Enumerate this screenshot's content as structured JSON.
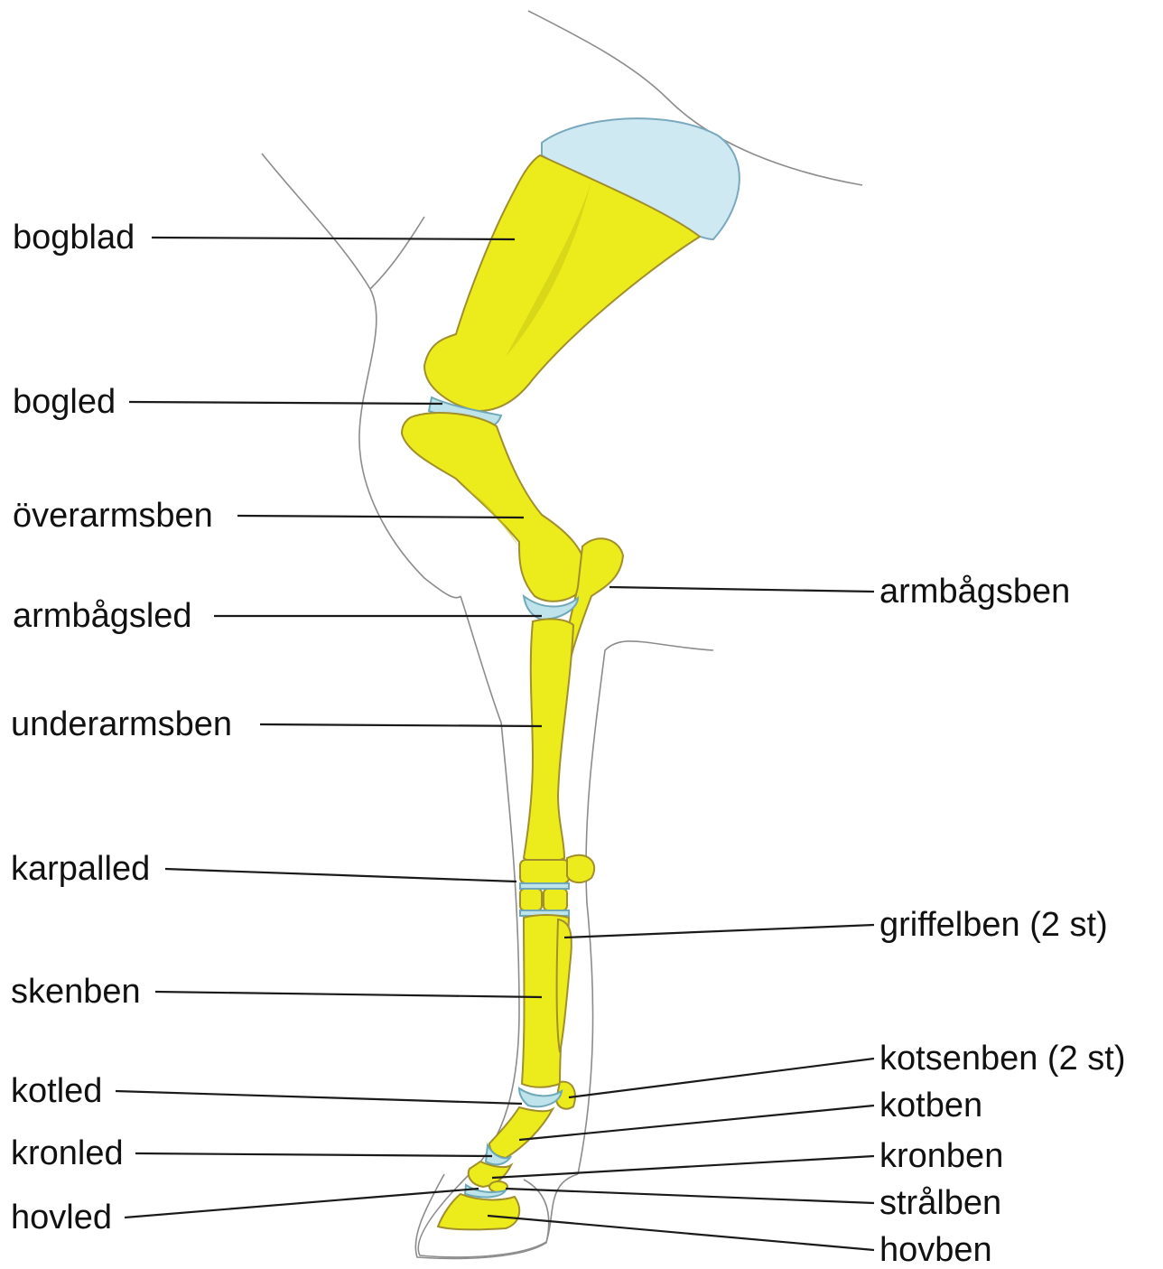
{
  "labels_left": {
    "bogblad": "bogblad",
    "bogled": "bogled",
    "overarmsben": "överarmsben",
    "armbagsled": "armbågsled",
    "underarmsben": "underarmsben",
    "karpalled": "karpalled",
    "skenben": "skenben",
    "kotled": "kotled",
    "kronled": "kronled",
    "hovled": "hovled"
  },
  "labels_right": {
    "armbagsben": "armbågsben",
    "griffelben": "griffelben (2 st)",
    "kotsenben": "kotsenben (2 st)",
    "kotben": "kotben",
    "kronben": "kronben",
    "stralben": "strålben",
    "hovben": "hovben"
  },
  "colors": {
    "bone": "#ecec1c",
    "cartilage": "#cfe9f3",
    "joint": "#bfe3ea",
    "outline": "#8c8c8c",
    "leader": "#1a1a1a"
  }
}
